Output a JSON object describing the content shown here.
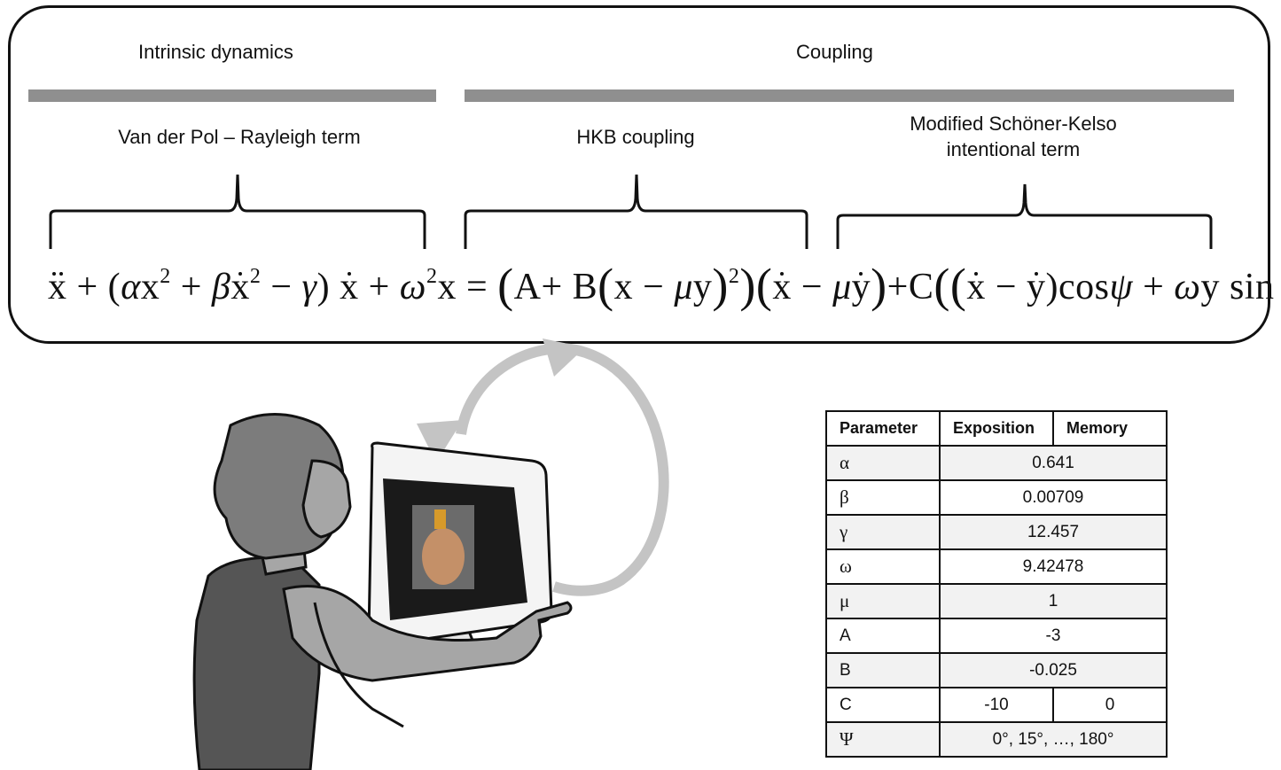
{
  "headers": {
    "intrinsic": "Intrinsic dynamics",
    "coupling": "Coupling"
  },
  "terms": {
    "vdp": "Van der Pol – Rayleigh  term",
    "hkb": "HKB coupling",
    "sk_line1": "Modified Schöner-Kelso",
    "sk_line2": "intentional  term"
  },
  "equation": {
    "x": "x",
    "y": "y",
    "alpha": "α",
    "beta": "β",
    "gamma": "γ",
    "omega": "ω",
    "mu": "μ",
    "psi": "ψ",
    "A": "A",
    "B": "B",
    "C": "C",
    "two": "2",
    "cos": "cos",
    "sin": "sin"
  },
  "table": {
    "headers": [
      "Parameter",
      "Exposition",
      "Memory"
    ],
    "rows": [
      {
        "symbol": "α",
        "value": "0.641"
      },
      {
        "symbol": "β",
        "value": "0.00709"
      },
      {
        "symbol": "γ",
        "value": "12.457"
      },
      {
        "symbol": "ω",
        "value": "9.42478"
      },
      {
        "symbol": "μ",
        "value": "1"
      },
      {
        "symbol": "A",
        "value": "-3"
      },
      {
        "symbol": "B",
        "value": "-0.025"
      },
      {
        "symbol": "C",
        "exposition": "-10",
        "memory": "0"
      },
      {
        "symbol": "Ψ",
        "value": "0°, 15°, …, 180°"
      }
    ]
  },
  "colors": {
    "bar": "#8f8f8f",
    "loop_arrow": "#c4c4c4",
    "body_dark": "#555555",
    "skin": "#a6a6a6"
  }
}
